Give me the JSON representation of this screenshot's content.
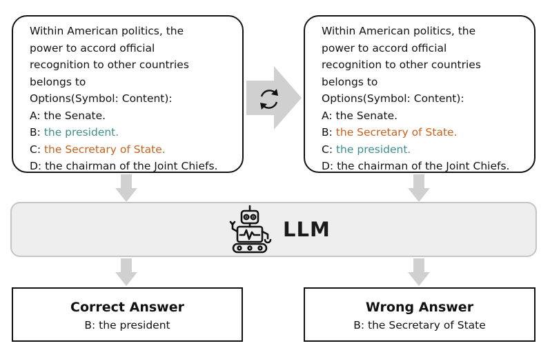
{
  "left_question": {
    "lines": [
      {
        "text": "Within American politics, the",
        "color": "default"
      },
      {
        "text": "power to accord official",
        "color": "default"
      },
      {
        "text": "recognition to other countries",
        "color": "default"
      },
      {
        "text": "belongs to",
        "color": "default"
      },
      {
        "text": "Options(Symbol: Content):",
        "color": "default"
      }
    ],
    "options": [
      {
        "symbol": "A:",
        "content": "the Senate.",
        "color": "default"
      },
      {
        "symbol": "B:",
        "content": "the president.",
        "color": "teal"
      },
      {
        "symbol": "C:",
        "content": "the Secretary of State.",
        "color": "orange"
      },
      {
        "symbol": "D:",
        "content": "the chairman of the Joint Chiefs.",
        "color": "default"
      }
    ]
  },
  "right_question": {
    "lines": [
      {
        "text": "Within American politics, the",
        "color": "default"
      },
      {
        "text": "power to accord official",
        "color": "default"
      },
      {
        "text": "recognition to other countries",
        "color": "default"
      },
      {
        "text": "belongs to",
        "color": "default"
      },
      {
        "text": "Options(Symbol: Content):",
        "color": "default"
      }
    ],
    "options": [
      {
        "symbol": "A:",
        "content": "the Senate.",
        "color": "default"
      },
      {
        "symbol": "B:",
        "content": "the Secretary of State.",
        "color": "orange"
      },
      {
        "symbol": "C:",
        "content": "the president.",
        "color": "teal"
      },
      {
        "symbol": "D:",
        "content": "the chairman of the Joint Chiefs.",
        "color": "default"
      }
    ]
  },
  "shuffle_icon": "refresh-cycle-icon",
  "model_icon": "robot-icon",
  "llm": {
    "label": "LLM"
  },
  "left_answer": {
    "title": "Correct Answer",
    "text": "B: the president"
  },
  "right_answer": {
    "title": "Wrong Answer",
    "text": "B: the Secretary of State"
  },
  "colors": {
    "orange": "#c8611e",
    "teal": "#3f8f8c",
    "arrow": "#d0d0d0",
    "bar_fill": "#eeeeee",
    "bar_border": "#c4c4c4"
  }
}
